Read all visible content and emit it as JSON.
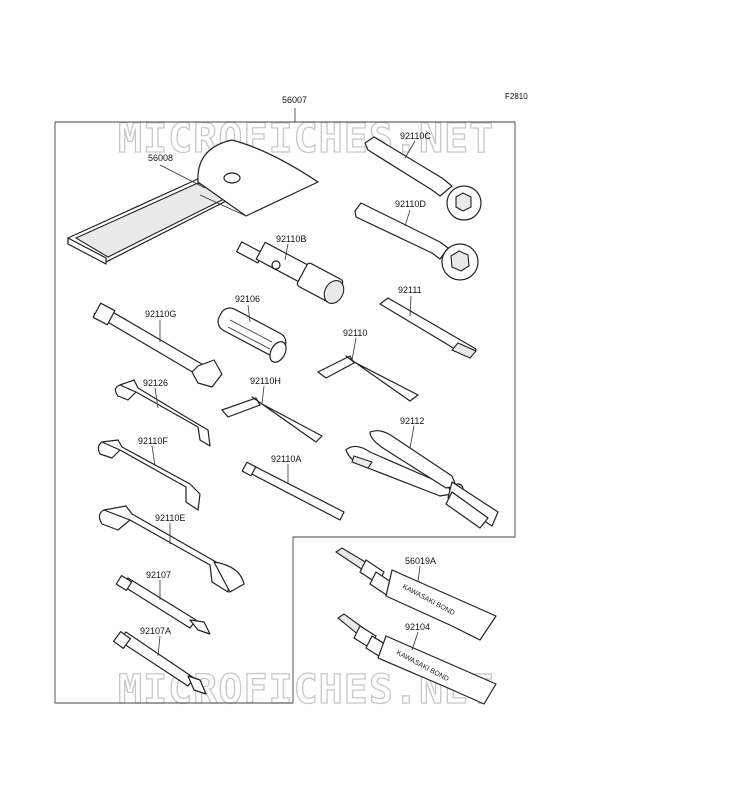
{
  "figure_code": "F2810",
  "watermark": "MICROFICHES.NET",
  "parts": {
    "toolkit": "56007",
    "case": "56008",
    "wrench_c": "92110C",
    "wrench_d": "92110D",
    "socket_b": "92110B",
    "handle_92106": "92106",
    "blade_92111": "92111",
    "tbar_g": "92110G",
    "hexkey_92110": "92110",
    "wrench_92126": "92126",
    "hexkey_h": "92110H",
    "pliers_92112": "92112",
    "wrench_f": "92110F",
    "tool_a": "92110A",
    "wrench_e": "92110E",
    "tube_56019a": "56019A",
    "screwdriver_92107": "92107",
    "tube_92104": "92104",
    "screwdriver_92107a": "92107A"
  },
  "tube_print": "KAWASAKI BOND"
}
